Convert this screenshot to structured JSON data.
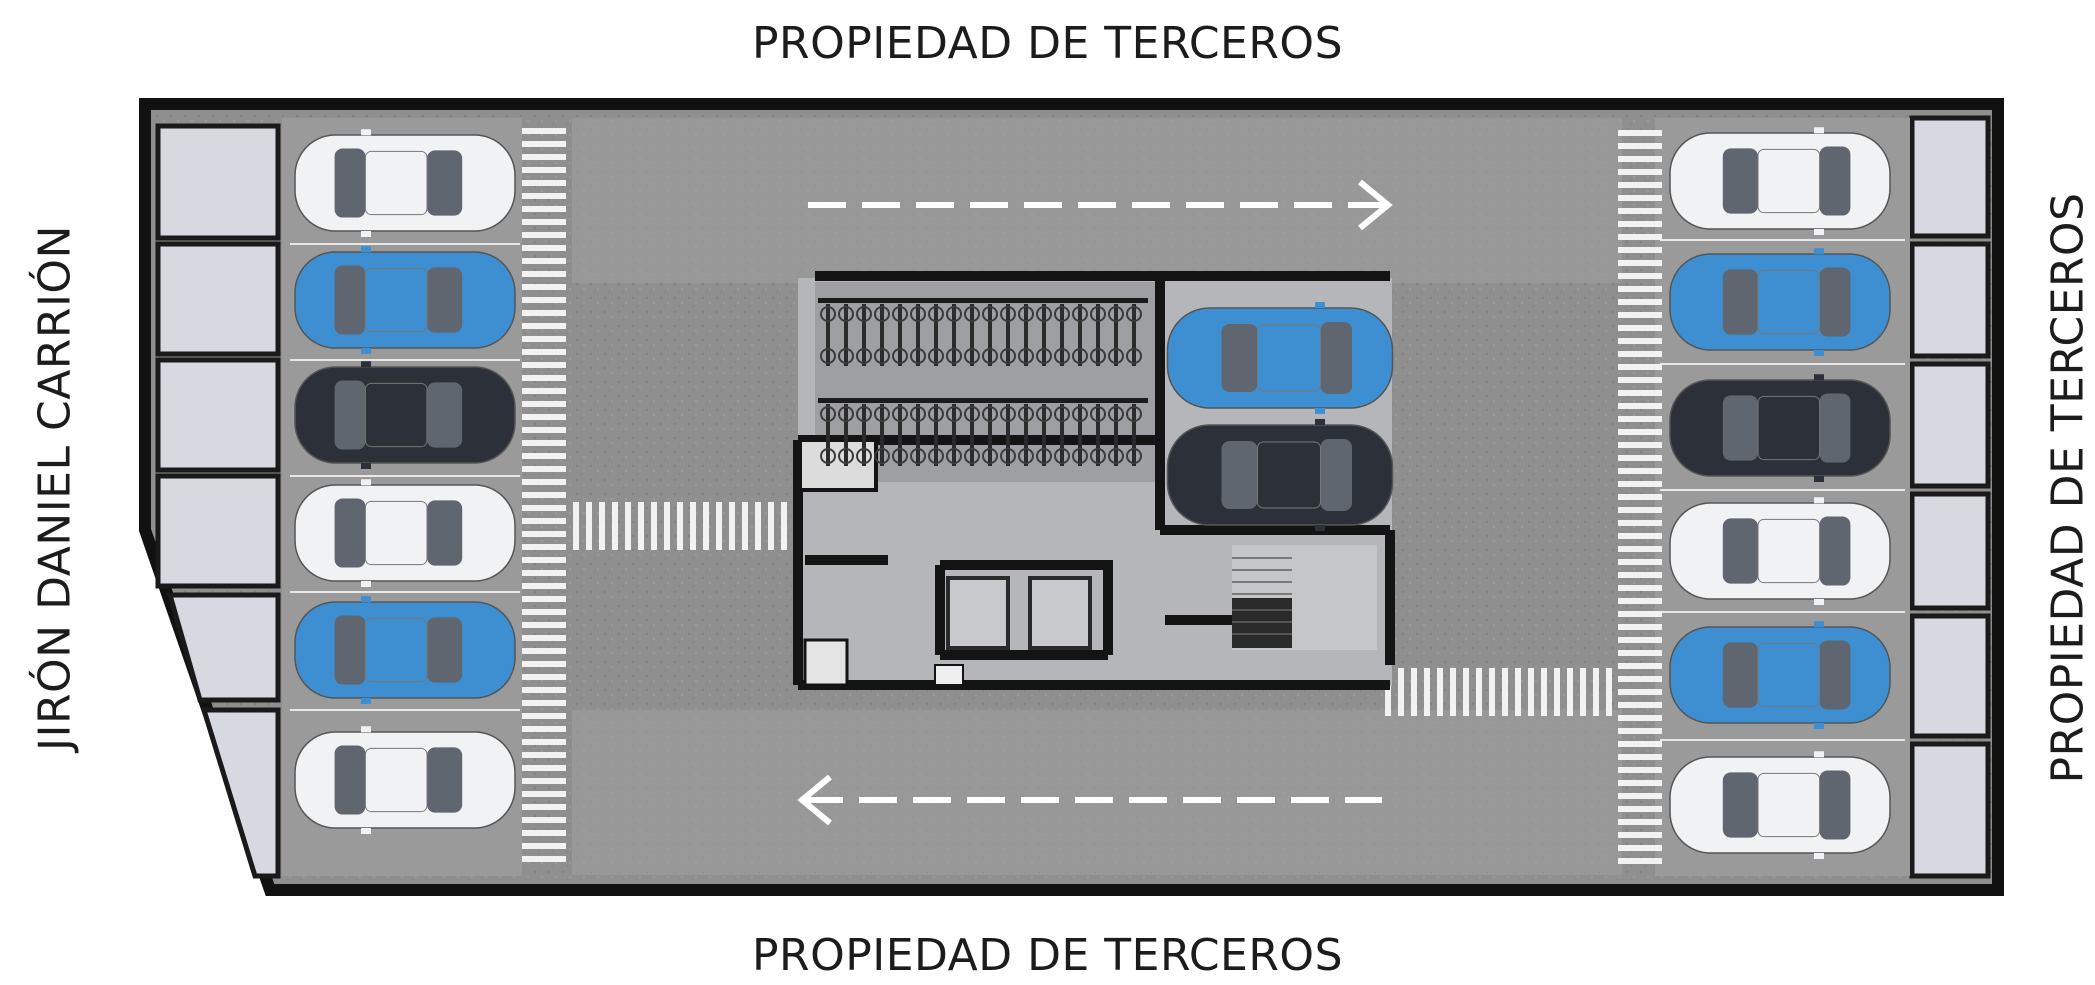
{
  "labels": {
    "top": "PROPIEDAD DE TERCEROS",
    "bottom": "PROPIEDAD DE TERCEROS",
    "left": "JIRÓN DANIEL CARRIÓN",
    "right": "PROPIEDAD DE TERCEROS"
  },
  "colors": {
    "wall": "#111111",
    "floor": "#8d8d8d",
    "floor_light": "#a2a2a2",
    "storage": "#d4d8de",
    "stripe": "#f4f4f4",
    "car_white": "#f1f2f4",
    "car_blue": "#3d8fd2",
    "car_dark": "#2c3038"
  },
  "parking": {
    "left_column": [
      "car_white",
      "car_blue",
      "car_dark",
      "car_white",
      "car_blue",
      "car_white"
    ],
    "right_column": [
      "car_white",
      "car_blue",
      "car_dark",
      "car_white",
      "car_blue",
      "car_white"
    ],
    "center_column": [
      "car_blue",
      "car_dark"
    ]
  },
  "arrows": {
    "top": "right-arrow",
    "bottom": "left-arrow"
  },
  "bicycle_racks": 2
}
